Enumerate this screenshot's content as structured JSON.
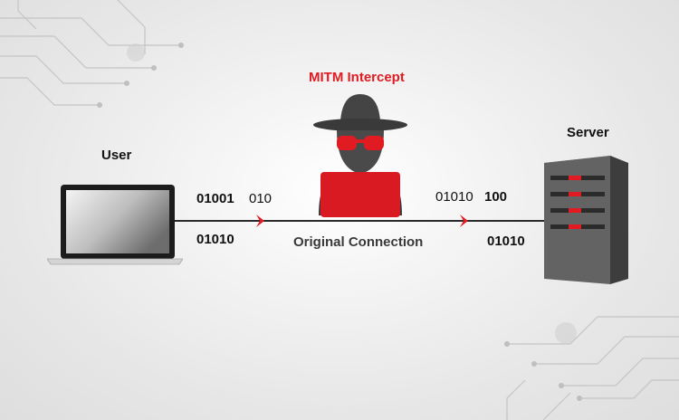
{
  "title": "MITM Intercept",
  "user_label": "User",
  "server_label": "Server",
  "connection_label": "Original Connection",
  "left_bits_top_a": "01001",
  "left_bits_top_b": "010",
  "left_bits_bottom": "01010",
  "right_bits_top_a": "01010",
  "right_bits_top_b": "100",
  "right_bits_bottom": "01010",
  "colors": {
    "accent": "#e11b22",
    "text": "#111111",
    "hacker": "#3a3a3a",
    "laptop": "#d9d9d9",
    "server": "#555555"
  },
  "icons": [
    "laptop-icon",
    "hacker-icon",
    "server-icon",
    "chevron-right-icon"
  ]
}
